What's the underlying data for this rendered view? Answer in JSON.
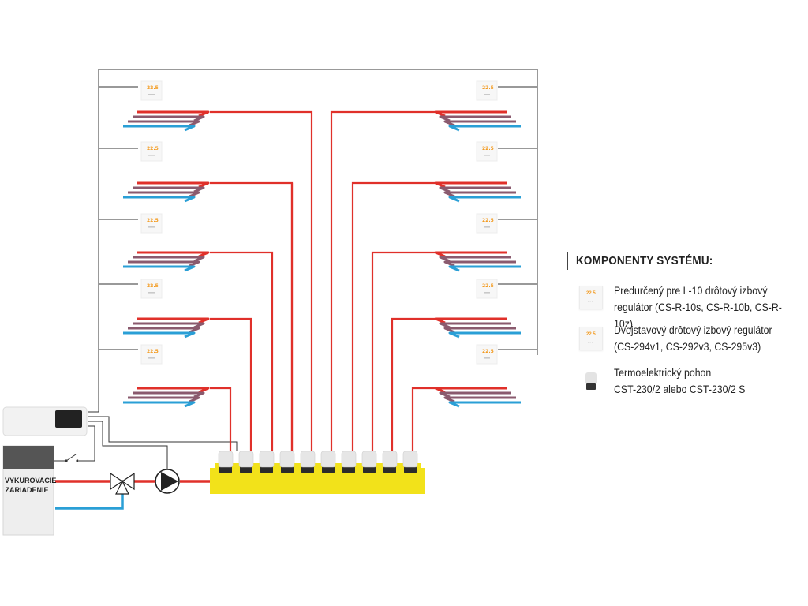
{
  "legend": {
    "title": "KOMPONENTY SYSTÉMU:",
    "items": [
      {
        "icon": "wired-room-regulator-icon",
        "lines": [
          "Predurčený pre L-10 drôtový izbový",
          "regulátor (CS-R-10s, CS-R-10b, CS-R-10z)"
        ]
      },
      {
        "icon": "two-state-regulator-icon",
        "lines": [
          "Dvojstavový drôtový izbový regulátor",
          "(CS-294v1, CS-292v3, CS-295v3)"
        ]
      },
      {
        "icon": "thermoelectric-actuator-icon",
        "lines": [
          "Termoelektrický pohon",
          "CST-230/2 alebo CST-230/2 S"
        ]
      }
    ]
  },
  "heating_device": {
    "label_line1": "VYKUROVACIE",
    "label_line2": "ZARIADENIE"
  },
  "regulator_display": "22.5",
  "colors": {
    "supply_pipe": "#e0302a",
    "return_pipe": "#2a9fd6",
    "mixed_pipe": "#8a5a6e",
    "manifold": "#f2e21a",
    "wire": "#333333",
    "regulator_digits": "#f39a1e"
  }
}
